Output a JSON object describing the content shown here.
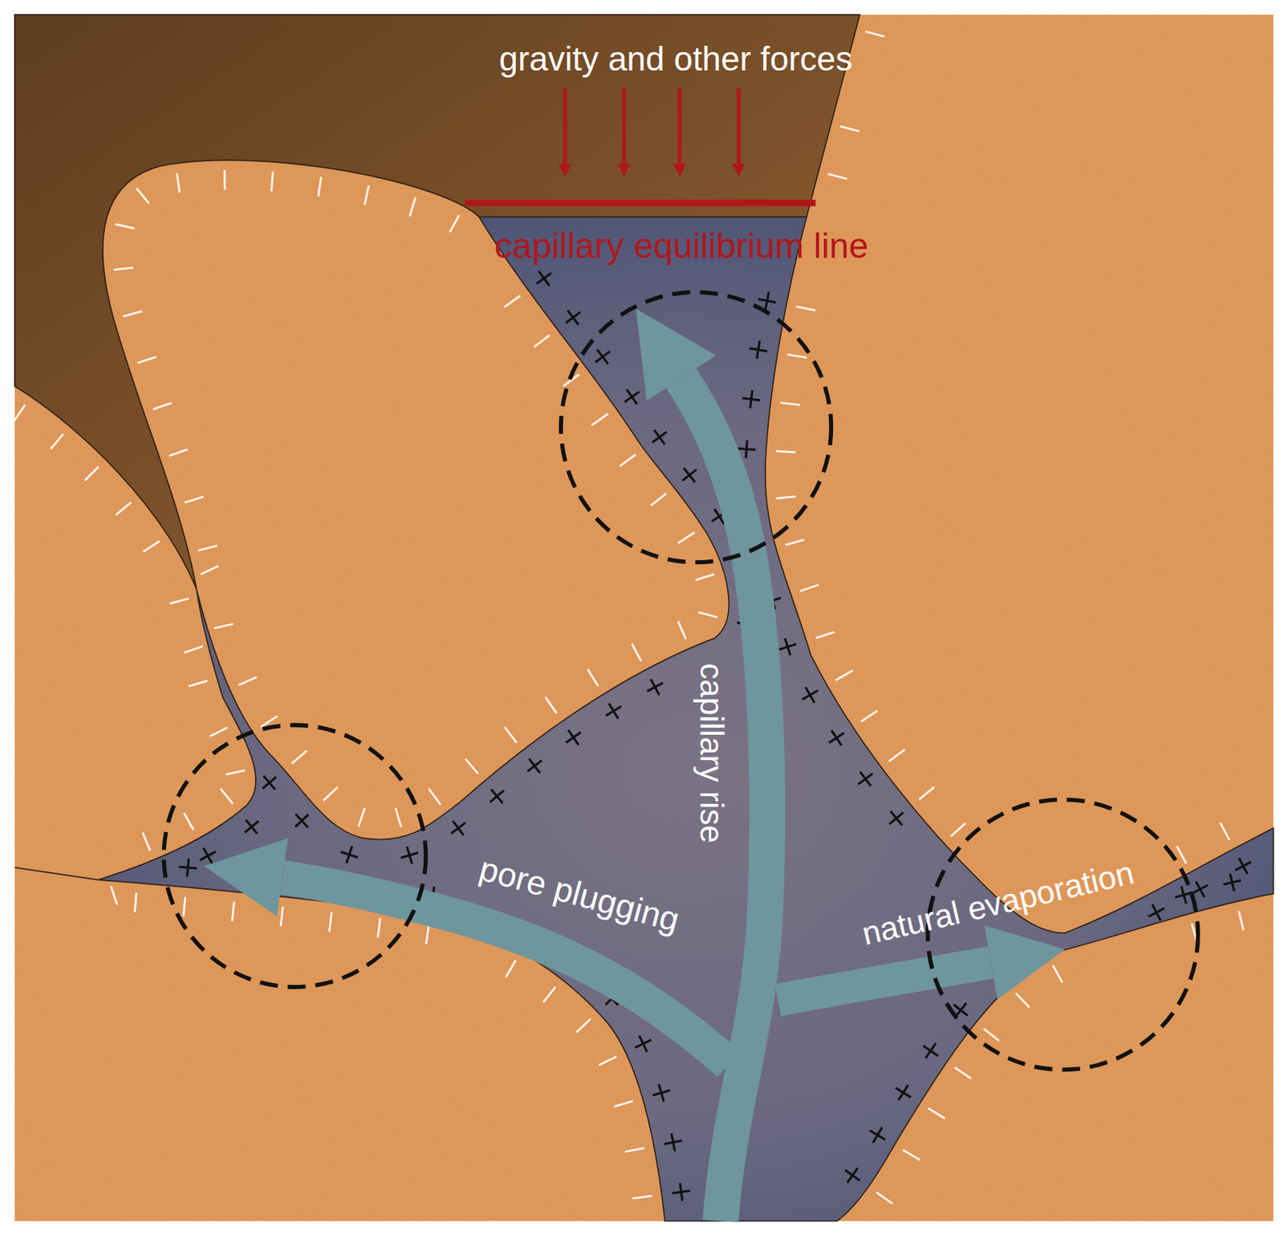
{
  "diagram": {
    "labels": [
      "gravity and other forces",
      "capillary equilibrium line",
      "capillary rise",
      "pore plugging",
      "natural evaporation"
    ]
  }
}
